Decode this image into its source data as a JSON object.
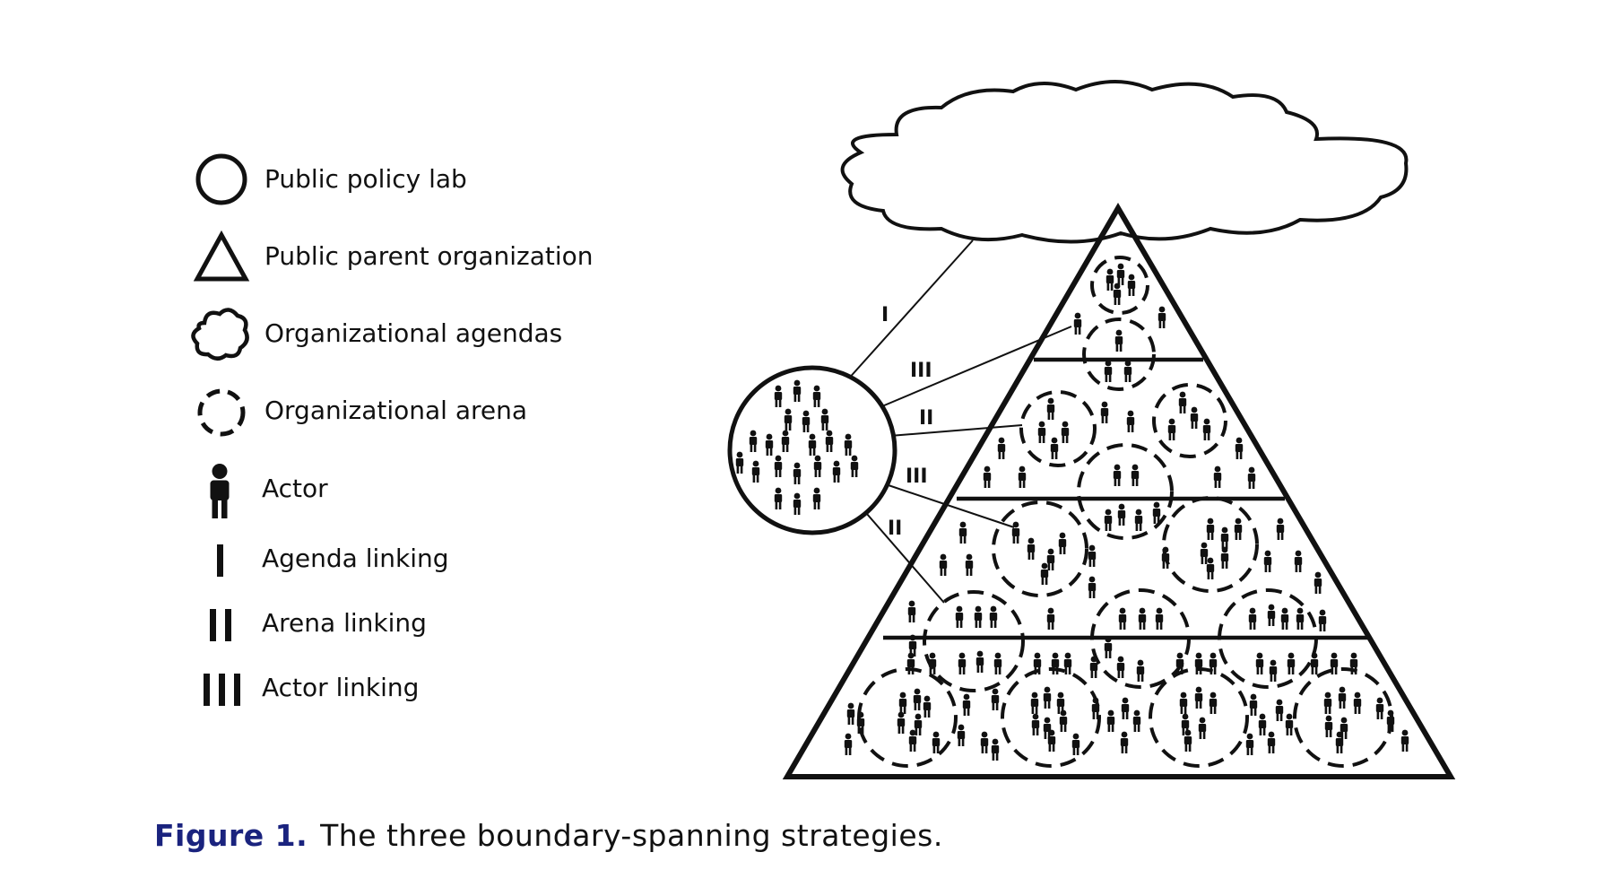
{
  "legend": {
    "items": [
      {
        "icon": "circle-icon",
        "label": "Public policy lab"
      },
      {
        "icon": "triangle-icon",
        "label": "Public parent organization"
      },
      {
        "icon": "cloud-icon",
        "label": "Organizational agendas"
      },
      {
        "icon": "dashed-circle-icon",
        "label": "Organizational arena"
      },
      {
        "icon": "person-icon",
        "label": "Actor"
      },
      {
        "icon": "single-bar-icon",
        "label": "Agenda linking"
      },
      {
        "icon": "double-bar-icon",
        "label": "Arena linking"
      },
      {
        "icon": "triple-bar-icon",
        "label": "Actor linking"
      }
    ]
  },
  "diagram": {
    "links": [
      "I",
      "III",
      "II",
      "III",
      "II"
    ]
  },
  "caption": {
    "figure_number": "Figure 1.",
    "text": "The three boundary-spanning strategies."
  },
  "colors": {
    "ink": "#111111",
    "caption_label": "#1a237e"
  }
}
